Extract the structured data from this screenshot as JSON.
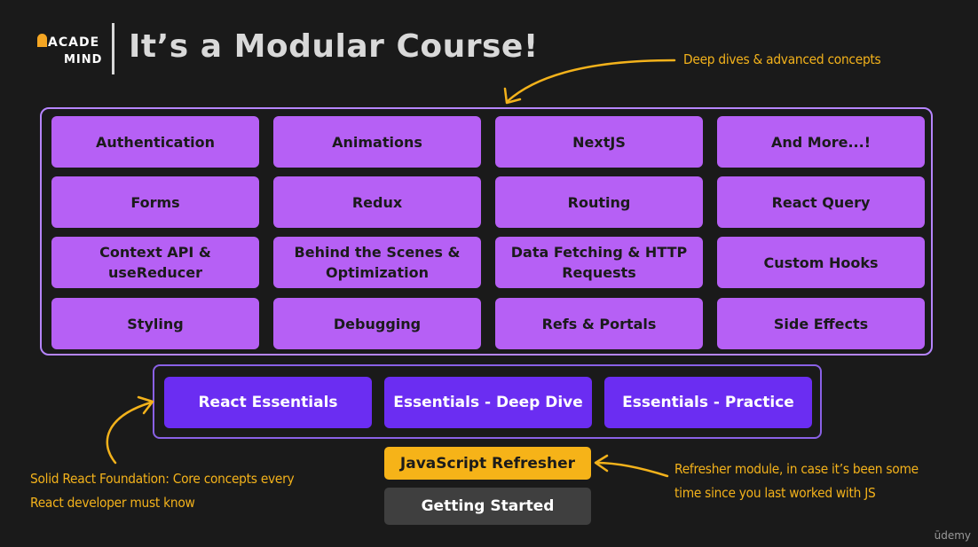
{
  "logo": {
    "line1": "ACADE",
    "line2": "MIND"
  },
  "title": "It’s a Modular Course!",
  "annotations": {
    "deep_dives": "Deep dives & advanced concepts",
    "foundation_line1": "Solid React Foundation: Core concepts every",
    "foundation_line2": "React developer must know",
    "refresher_line1": "Refresher module, in case it’s been some",
    "refresher_line2": "time since you last worked with JS"
  },
  "advanced_modules": [
    [
      "Authentication",
      "Animations",
      "NextJS",
      "And More...!"
    ],
    [
      "Forms",
      "Redux",
      "Routing",
      "React Query"
    ],
    [
      "Context API & useReducer",
      "Behind the Scenes & Optimization",
      "Data Fetching & HTTP Requests",
      "Custom Hooks"
    ],
    [
      "Styling",
      "Debugging",
      "Refs & Portals",
      "Side Effects"
    ]
  ],
  "essentials": [
    "React Essentials",
    "Essentials - Deep Dive",
    "Essentials - Practice"
  ],
  "refresher": "JavaScript Refresher",
  "getting_started": "Getting Started",
  "watermark": "ūdemy",
  "colors": {
    "advanced_module": "#b660f5",
    "essentials_module": "#6b2df2",
    "refresher_module": "#f6b318",
    "getting_started_module": "#3f3f3f",
    "annotation_text": "#f3b21b",
    "background": "#1a1a1a"
  }
}
